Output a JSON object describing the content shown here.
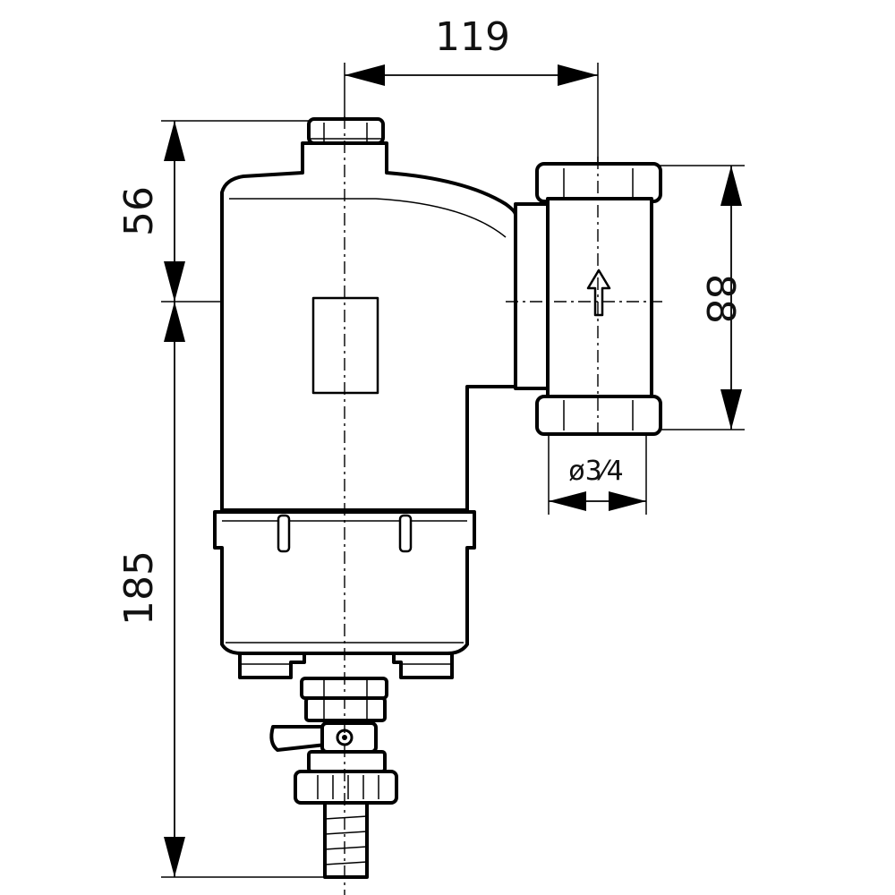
{
  "dimensions": {
    "width_top": "119",
    "height_upper": "56",
    "height_lower": "185",
    "connection_spacing": "88",
    "thread_prefix": "ø",
    "thread_size": "3⁄4"
  },
  "icons": {
    "flow_direction": "arrow-up-icon",
    "drain_valve": "ball-valve-icon"
  }
}
